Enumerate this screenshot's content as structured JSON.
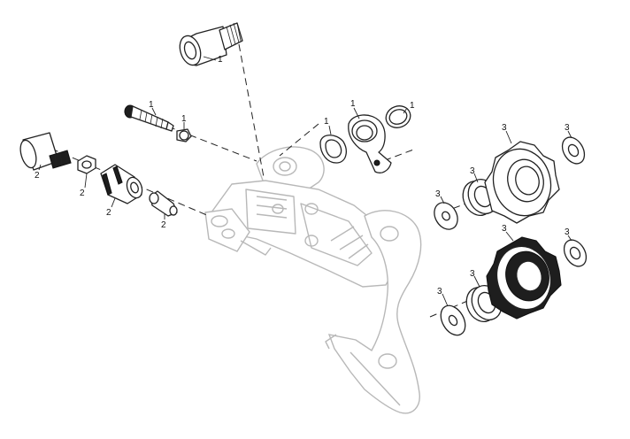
{
  "callouts": [
    {
      "id": "c1",
      "text": "1"
    },
    {
      "id": "c2",
      "text": "1"
    },
    {
      "id": "c3",
      "text": "1"
    },
    {
      "id": "c4",
      "text": "1"
    },
    {
      "id": "c5",
      "text": "1"
    },
    {
      "id": "c6",
      "text": "1"
    },
    {
      "id": "c7",
      "text": "2"
    },
    {
      "id": "c8",
      "text": "2"
    },
    {
      "id": "c9",
      "text": "2"
    },
    {
      "id": "c10",
      "text": "2"
    },
    {
      "id": "c11",
      "text": "3"
    },
    {
      "id": "c12",
      "text": "3"
    },
    {
      "id": "c13",
      "text": "3"
    },
    {
      "id": "c14",
      "text": "3"
    },
    {
      "id": "c15",
      "text": "3"
    },
    {
      "id": "c16",
      "text": "3"
    },
    {
      "id": "c17",
      "text": "3"
    },
    {
      "id": "c18",
      "text": "3"
    }
  ]
}
